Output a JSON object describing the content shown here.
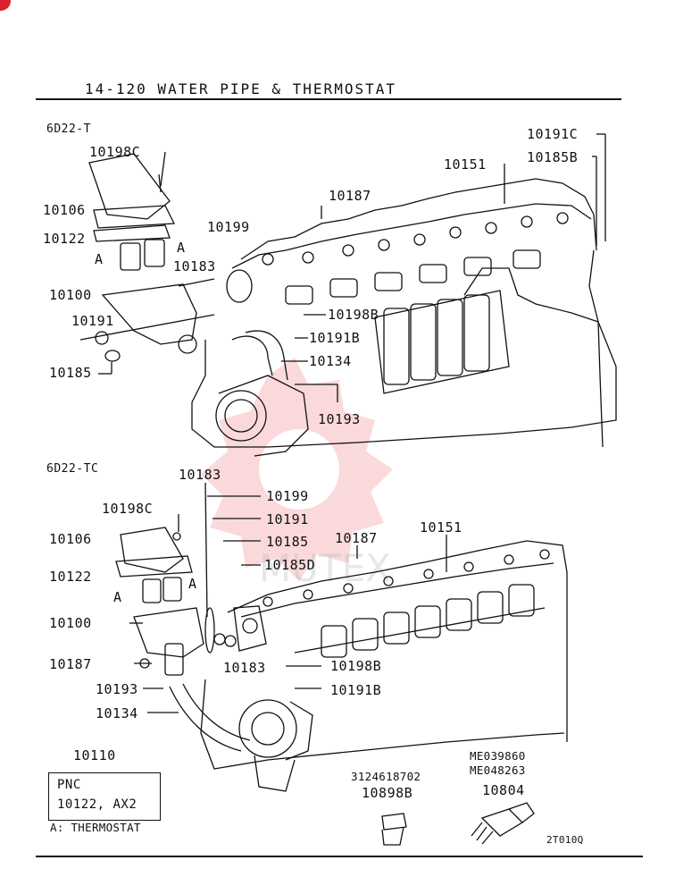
{
  "page": {
    "title": "14-120  WATER PIPE & THERMOSTAT",
    "code": "2T010Q",
    "watermark": "MUTEX",
    "accent_color": "#e8191f",
    "corner_badge_color": "#d9222a"
  },
  "section_top": {
    "model": "6D22-T",
    "labels": {
      "p10198c": "10198C",
      "p10106": "10106",
      "p10122": "10122",
      "a_left": "A",
      "a_right": "A",
      "p10183": "10183",
      "p10100": "10100",
      "p10191": "10191",
      "p10185": "10185",
      "p10199": "10199",
      "p10187": "10187",
      "p10151": "10151",
      "p10191c": "10191C",
      "p10185b": "10185B",
      "p10198b": "10198B",
      "p10191b": "10191B",
      "p10134": "10134",
      "p10193": "10193"
    }
  },
  "section_bottom": {
    "model": "6D22-TC",
    "labels": {
      "p10183a": "10183",
      "p10199": "10199",
      "p10191": "10191",
      "p10185": "10185",
      "p10185d": "10185D",
      "p10187a": "10187",
      "p10151": "10151",
      "p10198c": "10198C",
      "p10106": "10106",
      "p10122": "10122",
      "a_left": "A",
      "a_right": "A",
      "p10100": "10100",
      "p10187b": "10187",
      "p10183b": "10183",
      "p10198b": "10198B",
      "p10193": "10193",
      "p10191b": "10191B",
      "p10134": "10134"
    }
  },
  "pnc_box": {
    "ref": "10110",
    "line1": "PNC",
    "line2": "10122, AX2",
    "note": "A: THERMOSTAT"
  },
  "extras": {
    "plug_part_no": "3124618702",
    "plug_ref": "10898B",
    "sensor_part_no_1": "ME039860",
    "sensor_part_no_2": "ME048263",
    "sensor_ref": "10804"
  }
}
